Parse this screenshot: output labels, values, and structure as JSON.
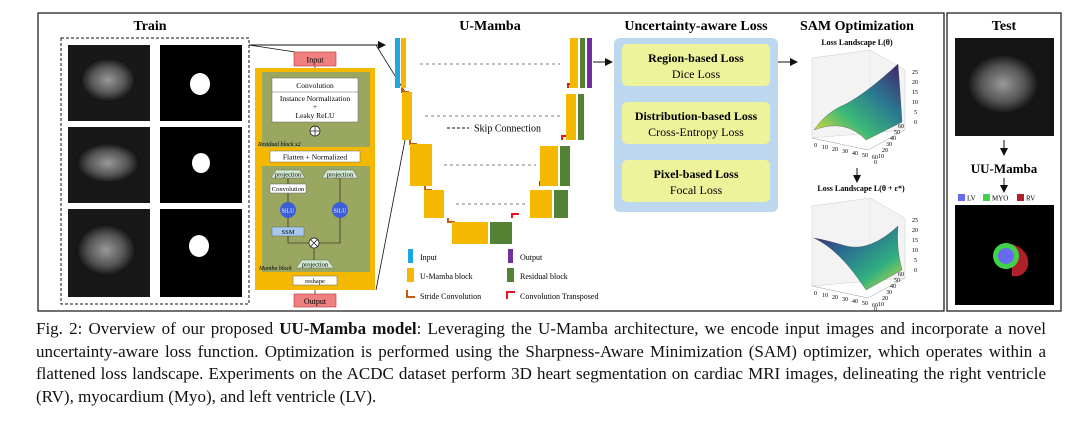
{
  "sections": {
    "train": "Train",
    "umamba": "U-Mamba",
    "loss": "Uncertainty-aware Loss",
    "sam": "SAM Optimization",
    "test": "Test"
  },
  "mamba_block": {
    "input": "Input",
    "conv": "Convolution",
    "inorm": "Instance Normalization",
    "plus": "+",
    "lrelu": "Leaky ReLU",
    "residual": "Residual block x2",
    "flatten": "Flatten + Normalized",
    "projection_left": "projection",
    "projection_right": "projection",
    "conv2": "Convolution",
    "silu_left": "SiLU",
    "silu_right": "SiLU",
    "ssm": "SSM",
    "mamba_label": "Mamba block",
    "projection_out": "projection",
    "reshape": "reshape",
    "output": "Output"
  },
  "unet": {
    "skip": "Skip Connection",
    "legend": {
      "input": "Input",
      "output": "Output",
      "umamba_block": "U-Mamba block",
      "residual_block": "Residual block",
      "stride_conv": "Stride Convolution",
      "conv_transposed": "Convolution Transposed"
    },
    "colors": {
      "umamba": "#f5b800",
      "residual": "#548235",
      "input": "#1ea7e1",
      "output": "#7030a0",
      "stride": "#c55a11",
      "transposed": "#e8141b"
    }
  },
  "losses": [
    {
      "title": "Region-based Loss",
      "sub": "Dice Loss"
    },
    {
      "title": "Distribution-based Loss",
      "sub": "Cross-Entropy Loss"
    },
    {
      "title": "Pixel-based Loss",
      "sub": "Focal  Loss"
    }
  ],
  "landscape": {
    "title1": "Loss Landscape  L(θ)",
    "title2": "Loss Landscape  L(θ + ε*)",
    "z_ticks": [
      "25",
      "20",
      "15",
      "10",
      "5",
      "0"
    ],
    "x_ticks": [
      "0",
      "10",
      "20",
      "30",
      "40",
      "50",
      "60"
    ],
    "y_ticks": [
      "60",
      "50",
      "40",
      "30",
      "20",
      "10",
      "0"
    ]
  },
  "test": {
    "model": "UU-Mamba",
    "legend": [
      {
        "label": "LV",
        "color": "#6a6af0"
      },
      {
        "label": "MYO",
        "color": "#3fd14a"
      },
      {
        "label": "RV",
        "color": "#b0202a"
      }
    ]
  },
  "caption": {
    "prefix": "Fig. 2: Overview of our proposed ",
    "bold": "UU-Mamba model",
    "rest": ": Leveraging the U-Mamba architecture, we encode input images and incorporate a novel uncertainty-aware loss function. Optimization is performed using the Sharpness-Aware Minimization (SAM) optimizer, which operates within a flattened loss landscape. Experiments on the ACDC dataset perform 3D heart segmentation on cardiac MRI images, delineating the right ventricle (RV), myocardium (Myo), and left ventricle (LV)."
  }
}
